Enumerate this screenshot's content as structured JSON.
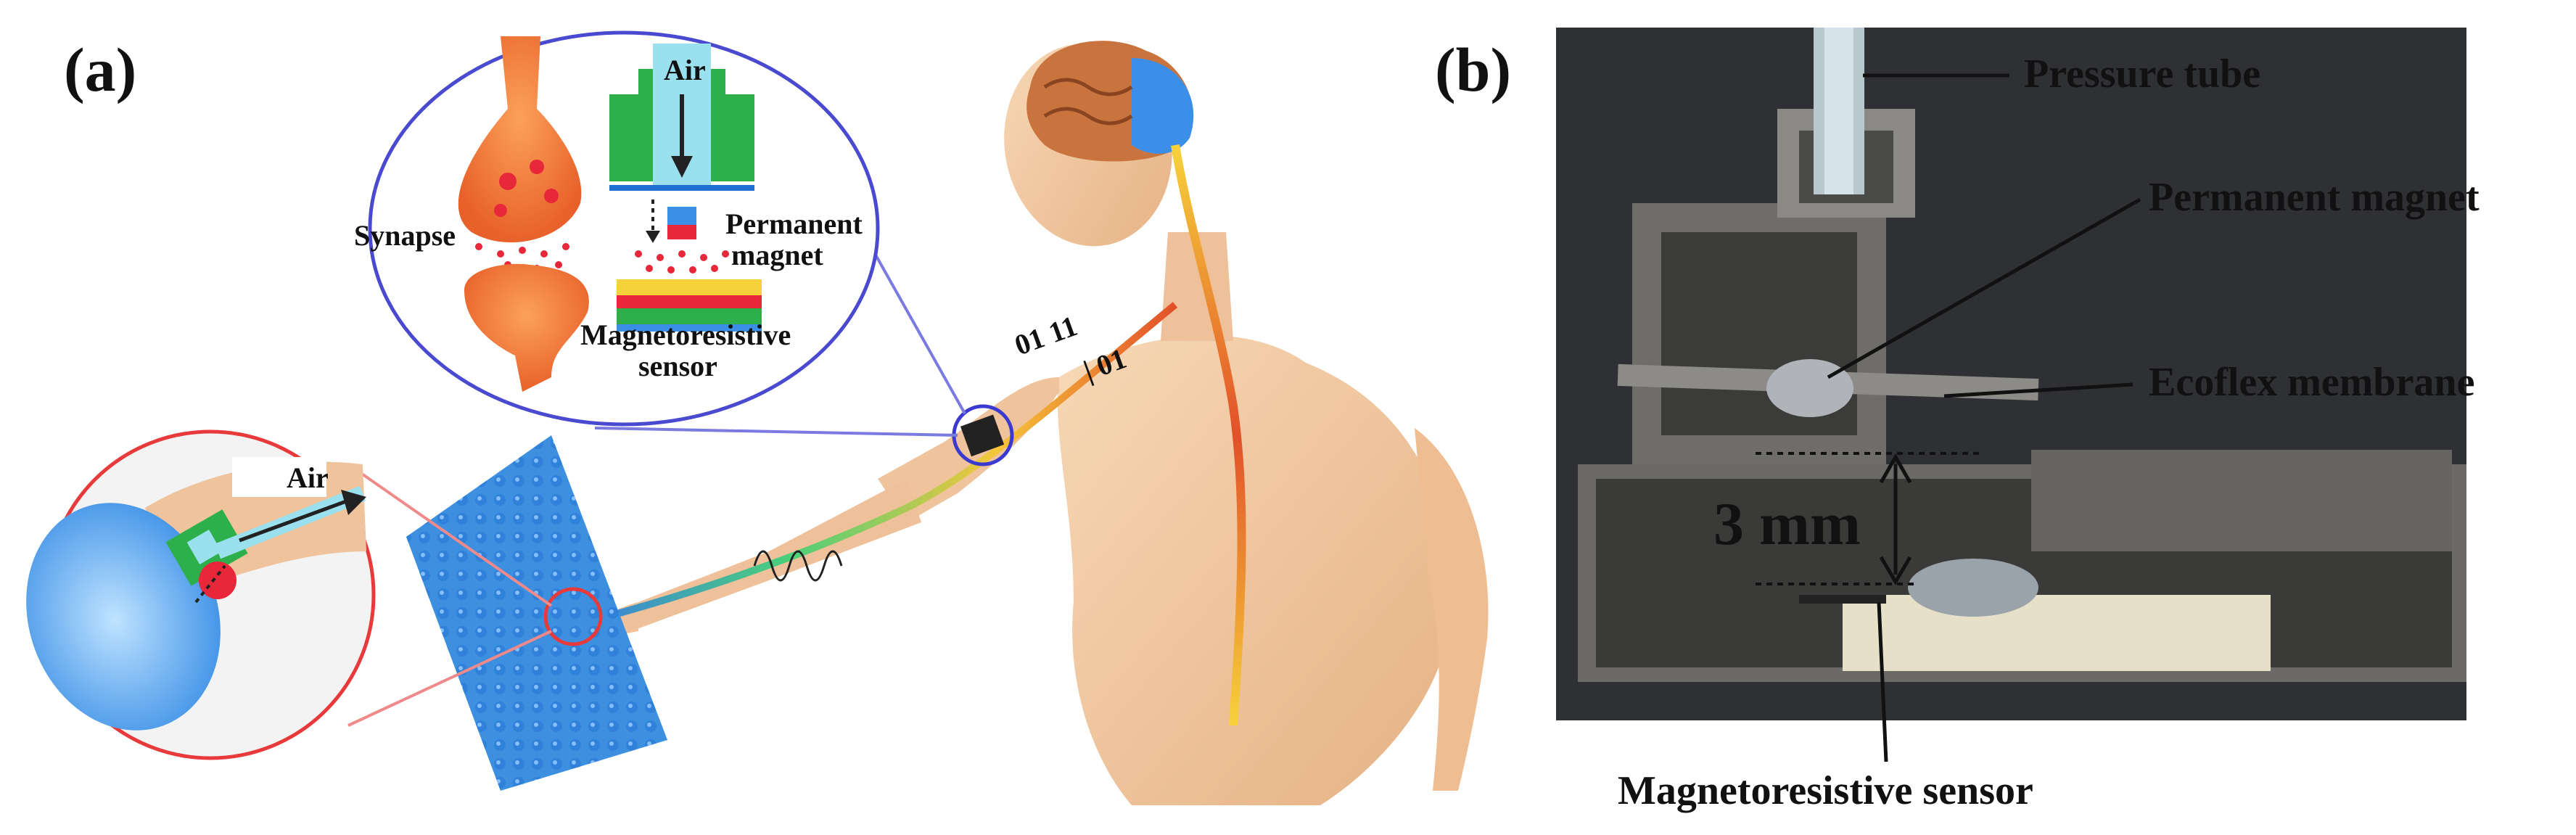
{
  "panel_a": {
    "letter": "(a)",
    "air_top": "Air",
    "synapse": "Synapse",
    "permanent_magnet_line1": "Permanent",
    "permanent_magnet_line2": "magnet",
    "mr_sensor_line1": "Magnetoresistive",
    "mr_sensor_line2": "sensor",
    "air_inset": "Air",
    "bits_upper": "01  11",
    "bits_lower": "|  01"
  },
  "panel_b": {
    "letter": "(b)",
    "pressure_tube": "Pressure tube",
    "permanent_magnet": "Permanent magnet",
    "ecoflex_membrane": "Ecoflex membrane",
    "gap": "3 mm",
    "magnetoresistive_sensor": "Magnetoresistive sensor"
  },
  "colors": {
    "skin": "#f2c9a1",
    "pad_blue": "#3d8fe0",
    "synapse_orange": "#f07a32",
    "magnet_red": "#e8273a",
    "housing_green": "#2db04b",
    "callout_blue": "#4a4ad0",
    "callout_red": "#e83a3a",
    "photo_bg": "#2f3033"
  }
}
